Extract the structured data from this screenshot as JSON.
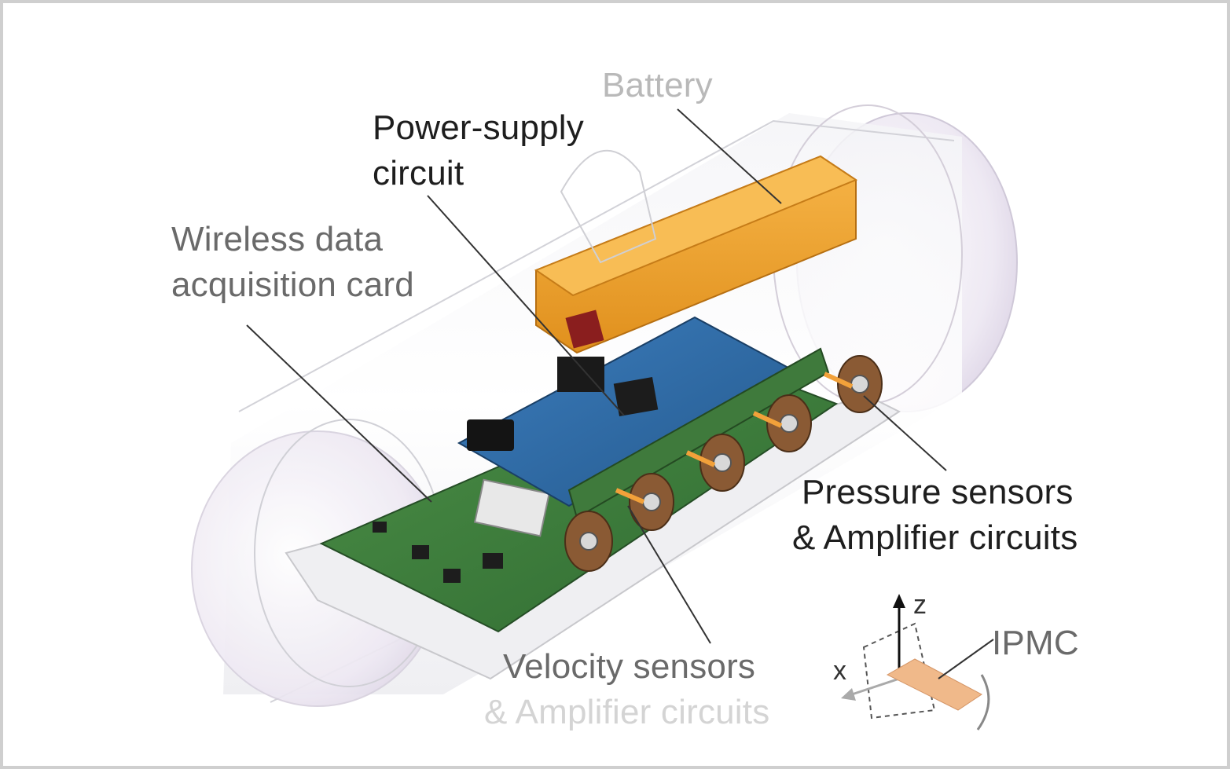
{
  "colors": {
    "battery": "#f2a32a",
    "pcb_blue": "#2f6ea8",
    "pcb_green": "#3f7f3e",
    "ipmc": "#f0b98a",
    "capsule": "#e9e9ee"
  },
  "labels": {
    "battery": "Battery",
    "power_supply_line1": "Power-supply",
    "power_supply_line2": "circuit",
    "wireless_line1": "Wireless data",
    "wireless_line2": "acquisition card",
    "pressure_line1": "Pressure sensors",
    "pressure_line2": "& Amplifier circuits",
    "velocity_line1": "Velocity sensors",
    "velocity_line2": "& Amplifier circuits",
    "ipmc": "IPMC"
  },
  "axes": {
    "z": "z",
    "x": "x"
  }
}
